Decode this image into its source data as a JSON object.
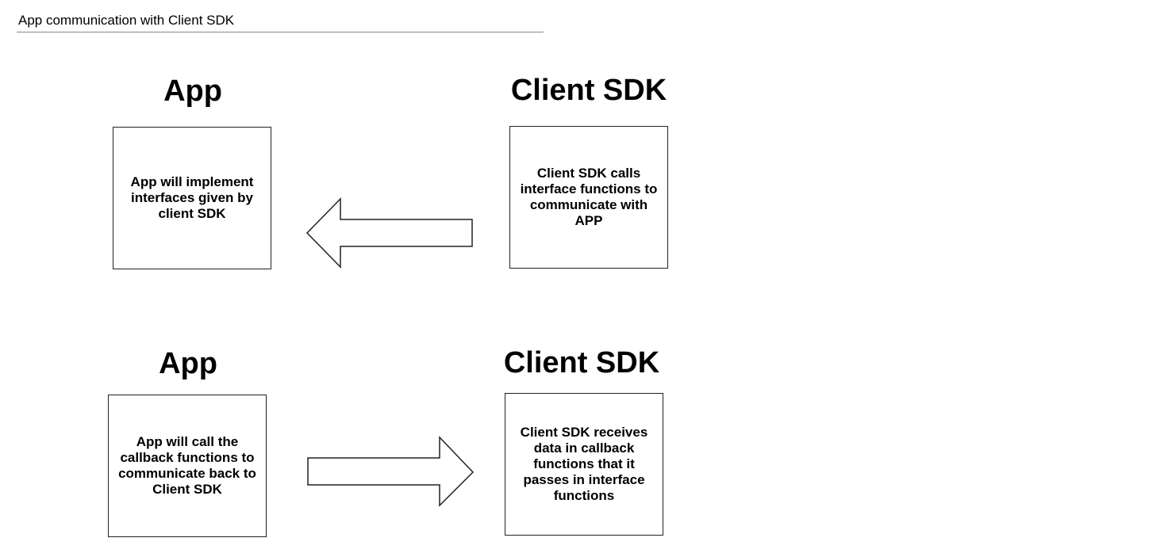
{
  "page": {
    "title": "App communication with Client SDK"
  },
  "row1": {
    "left_heading": "App",
    "right_heading": "Client SDK",
    "left_box_text": "App will implement interfaces given by client SDK",
    "right_box_text": "Client SDK calls interface functions to communicate with APP",
    "arrow_direction": "left"
  },
  "row2": {
    "left_heading": "App",
    "right_heading": "Client SDK",
    "left_box_text": "App will call the callback functions to communicate back to Client SDK",
    "right_box_text": "Client SDK receives data in callback functions that it passes in interface functions",
    "arrow_direction": "right"
  },
  "colors": {
    "stroke": "#222222",
    "fill": "#ffffff",
    "rule": "#888888"
  }
}
